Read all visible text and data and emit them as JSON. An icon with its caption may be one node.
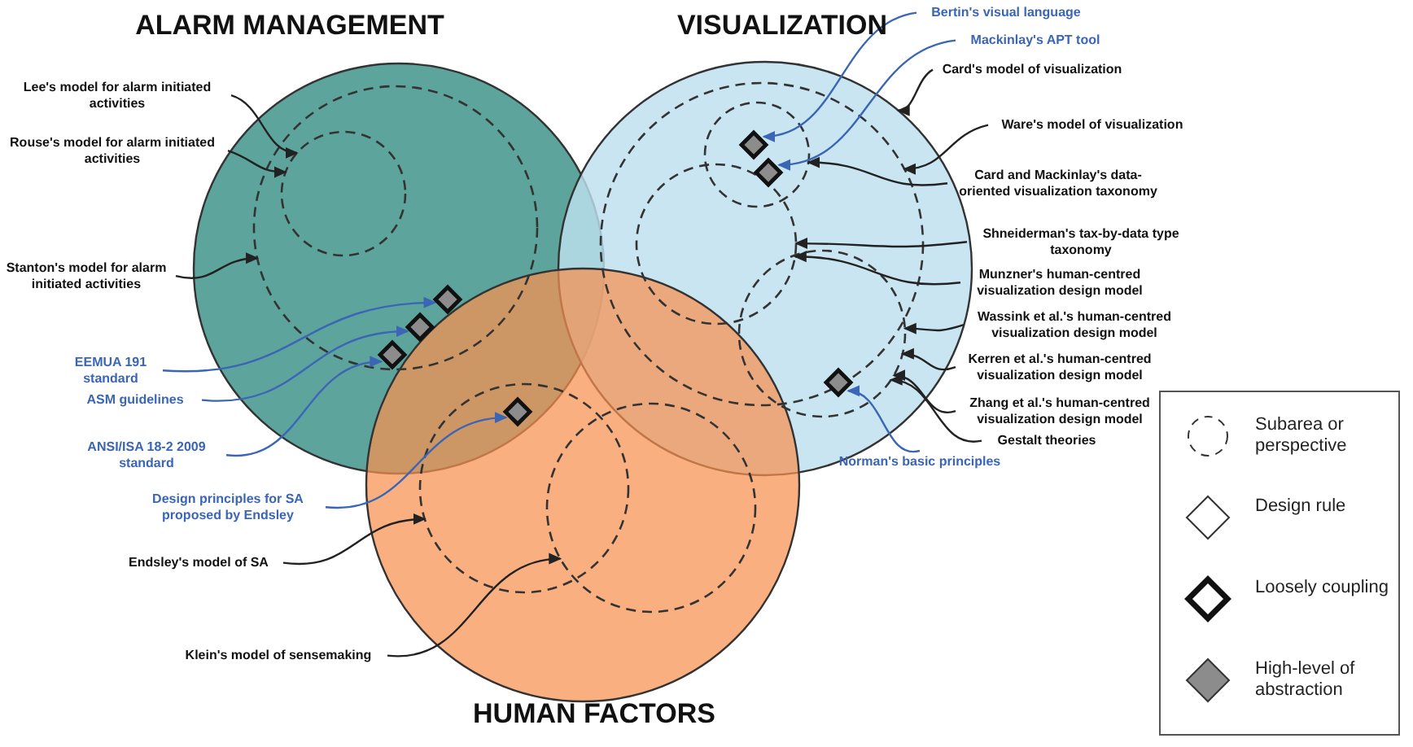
{
  "diagram": {
    "nodes": [
      {
        "text": [
          "ALARM MANAGEMENT"
        ]
      },
      {
        "text": [
          "VISUALIZATION"
        ]
      },
      {
        "text": [
          "HUMAN FACTORS"
        ]
      },
      {
        "text": [],
        "shape": "circle",
        "in": 0
      },
      {
        "text": [],
        "shape": "circle",
        "in": 3
      },
      {
        "text": [],
        "shape": "circle",
        "in": 1
      },
      {
        "text": [],
        "shape": "circle",
        "in": 5
      },
      {
        "text": [],
        "shape": "circle",
        "in": 5
      },
      {
        "text": [],
        "shape": "circle",
        "in": 1
      },
      {
        "text": [],
        "shape": "circle",
        "in": 2
      },
      {
        "text": [],
        "shape": "circle",
        "in": 2
      },
      {
        "text": [],
        "shape": "diamond",
        "in": 3
      },
      {
        "text": [],
        "shape": "diamond",
        "in": 3
      },
      {
        "text": [],
        "shape": "diamond",
        "in": 3
      },
      {
        "text": [],
        "shape": "diamond"
      },
      {
        "text": [],
        "shape": "diamond",
        "in": 6
      },
      {
        "text": [],
        "shape": "diamond",
        "in": 6
      },
      {
        "text": [],
        "shape": "diamond",
        "in": 8
      },
      {
        "text": [
          "Lee's model for alarm initiated activities"
        ]
      },
      {
        "text": [
          "Rouse's model for alarm initiated activities"
        ]
      },
      {
        "text": [
          "Stanton's model for alarm initiated activities"
        ]
      },
      {
        "text": [
          "EEMUA 191 standard"
        ]
      },
      {
        "text": [
          "ASM guidelines"
        ]
      },
      {
        "text": [
          "ANSI/ISA 18-2 2009 standard"
        ]
      },
      {
        "text": [
          "Design principles for SA proposed by Endsley"
        ]
      },
      {
        "text": [
          "Endsley's model of SA"
        ]
      },
      {
        "text": [
          "Klein's model of sensemaking"
        ]
      },
      {
        "text": [
          "Bertin's visual language"
        ]
      },
      {
        "text": [
          "Mackinlay's APT tool"
        ]
      },
      {
        "text": [
          "Card's model of visualization"
        ]
      },
      {
        "text": [
          "Ware's model of visualization"
        ]
      },
      {
        "text": [
          "Card and Mackinlay's data-oriented visualization taxonomy"
        ]
      },
      {
        "text": [
          "Shneiderman's tax-by-data type taxonomy"
        ]
      },
      {
        "text": [
          "Munzner's human-centred visualization design model"
        ]
      },
      {
        "text": [
          "Wassink et al.'s human-centred visualization design model"
        ]
      },
      {
        "text": [
          "Kerren et al.'s human-centred visualization design model"
        ]
      },
      {
        "text": [
          "Zhang et al.'s human-centred visualization design model"
        ]
      },
      {
        "text": [
          "Gestalt theories"
        ]
      },
      {
        "text": [
          "Norman's basic principles"
        ]
      }
    ],
    "edges": [
      {
        "from": 18,
        "to": 4,
        "arrow": "to"
      },
      {
        "from": 19,
        "to": 4,
        "arrow": "to"
      },
      {
        "from": 20,
        "to": 3,
        "arrow": "to"
      },
      {
        "from": 21,
        "to": 13,
        "arrow": "to",
        "color": "#3b65b5"
      },
      {
        "from": 22,
        "to": 12,
        "arrow": "to",
        "color": "#3b65b5"
      },
      {
        "from": 23,
        "to": 11,
        "arrow": "to",
        "color": "#3b65b5"
      },
      {
        "from": 24,
        "to": 14,
        "arrow": "to",
        "color": "#3b65b5"
      },
      {
        "from": 25,
        "to": 9,
        "arrow": "to"
      },
      {
        "from": 26,
        "to": 10,
        "arrow": "to"
      },
      {
        "from": 27,
        "to": 15,
        "arrow": "to",
        "color": "#3b65b5"
      },
      {
        "from": 28,
        "to": 16,
        "arrow": "to",
        "color": "#3b65b5"
      },
      {
        "from": 29,
        "to": 1,
        "arrow": "to"
      },
      {
        "from": 30,
        "to": 5,
        "arrow": "to"
      },
      {
        "from": 31,
        "to": 6,
        "arrow": "to"
      },
      {
        "from": 32,
        "to": 7,
        "arrow": "to"
      },
      {
        "from": 33,
        "to": 7,
        "arrow": "to"
      },
      {
        "from": 34,
        "to": 8,
        "arrow": "to"
      },
      {
        "from": 35,
        "to": 8,
        "arrow": "to"
      },
      {
        "from": 36,
        "to": 8,
        "arrow": "to"
      },
      {
        "from": 37,
        "to": 8,
        "arrow": "to"
      },
      {
        "from": 38,
        "to": 17,
        "arrow": "to",
        "color": "#3b65b5"
      }
    ],
    "legend": [
      {
        "text": "Subarea or perspective"
      },
      {
        "text": "Design rule"
      },
      {
        "text": "Loosely coupling"
      },
      {
        "text": "High-level of abstraction"
      }
    ]
  }
}
